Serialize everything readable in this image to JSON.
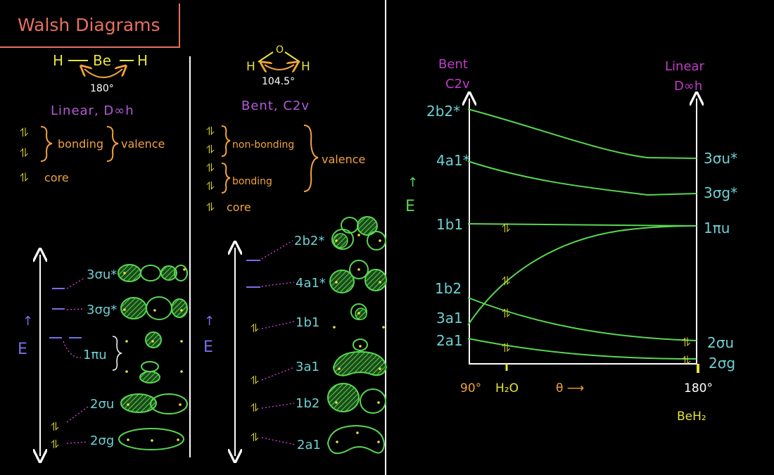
{
  "colors": {
    "background": "#000000",
    "title": "#e8705f",
    "atom": "#e9e23a",
    "angle": "#f2a33b",
    "sym": "#b35ad6",
    "orange": "#f2a33b",
    "cyan": "#6ed0d4",
    "green": "#58d652",
    "axis": "#ffffff",
    "dash": "#7a6ee8",
    "yellow": "#e9e23a",
    "mag": "#c03cc8"
  },
  "title": "Walsh Diagrams",
  "beh2": {
    "h_left": "H",
    "be": "Be",
    "h_right": "H",
    "angle": "180°",
    "symmetry": "Linear, D∞h",
    "pair_symbol": "⥮",
    "bonding": "bonding",
    "valence": "valence",
    "core": "core",
    "energy_axis": "E",
    "orbitals": [
      "3σu*",
      "3σg*",
      "1πu",
      "2σu",
      "2σg"
    ]
  },
  "h2o": {
    "o": "O",
    "h_left": "H",
    "h_right": "H",
    "angle": "104.5°",
    "symmetry": "Bent, C2v",
    "pair_symbol": "⥮",
    "non_bonding": "non-bonding",
    "bonding": "bonding",
    "valence": "valence",
    "core": "core",
    "energy_axis": "E",
    "orbitals": [
      "2b2*",
      "4a1*",
      "1b1",
      "3a1",
      "1b2",
      "2a1"
    ]
  },
  "walsh": {
    "left_title": "Bent",
    "left_sub": "C2v",
    "right_title": "Linear",
    "right_sub": "D∞h",
    "energy_axis": "E",
    "pair_symbol": "⥮",
    "x_left": "90°",
    "x_mid": "H₂O",
    "x_theta": "θ ⟶",
    "x_right": "180°",
    "x_right_sub": "BeH₂",
    "left_labels": [
      "2b2*",
      "4a1*",
      "1b1",
      "1b2",
      "3a1",
      "2a1"
    ],
    "right_labels": [
      "3σu*",
      "3σg*",
      "1πu",
      "2σu",
      "2σg"
    ]
  }
}
